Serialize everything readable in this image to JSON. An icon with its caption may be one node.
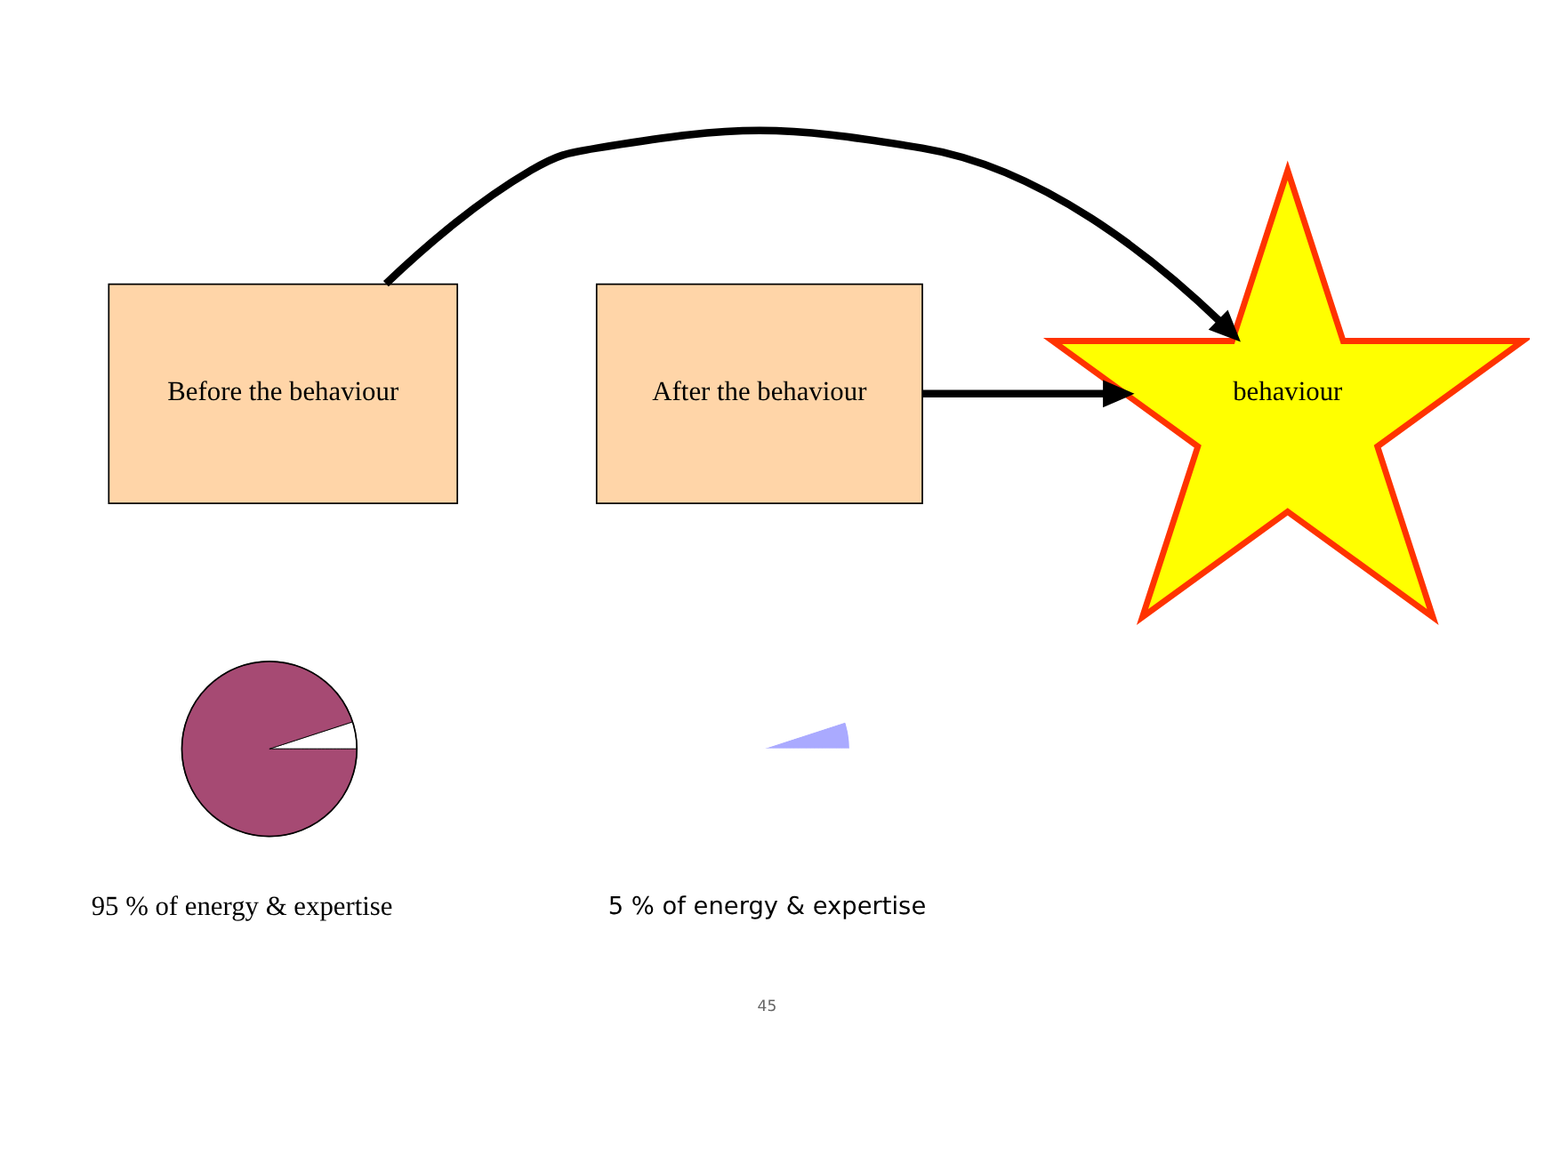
{
  "diagram": {
    "nodes": [
      {
        "text": [
          "Before the behaviour"
        ]
      },
      {
        "text": [
          "behaviour"
        ]
      },
      {
        "text": [
          "After the behaviour"
        ]
      },
      {
        "text": [],
        "shape": "circle",
        "beside": [
          "95 % of energy & expertise"
        ]
      },
      {
        "text": [],
        "shape": "circle",
        "beside": [
          "5 % of energy & expertise"
        ]
      }
    ],
    "edges": [
      {
        "from": 0,
        "to": 1,
        "arrow": "to"
      },
      {
        "from": 2,
        "to": 1,
        "arrow": "to"
      }
    ],
    "labels": [
      "45"
    ]
  }
}
